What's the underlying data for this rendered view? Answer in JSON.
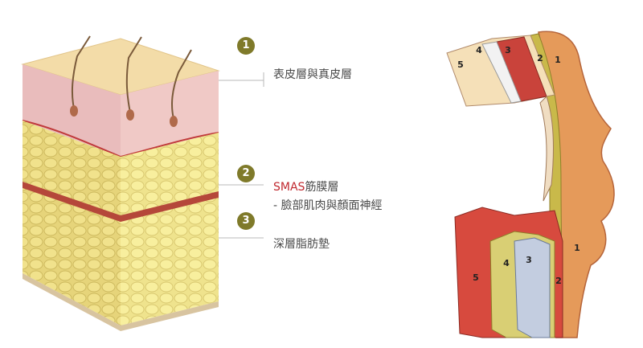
{
  "layers": [
    {
      "number": "1",
      "label": "表皮層與真皮層"
    },
    {
      "number": "2",
      "label_highlight": "SMAS",
      "label_rest": "筋膜層",
      "sublabel": "- 臉部肌肉與顏面神經"
    },
    {
      "number": "3",
      "label": "深層脂肪墊"
    }
  ],
  "profile_labels_top": [
    "5",
    "4",
    "3",
    "2",
    "1"
  ],
  "profile_labels_bottom": [
    "1",
    "2",
    "3",
    "4",
    "5"
  ],
  "colors": {
    "marker": "#7f7a2a",
    "smas_highlight": "#c0282e",
    "skin_top": "#f1d6a0",
    "dermis": "#e7b7b8",
    "fat": "#f3e79a",
    "muscle_band": "#b5473a",
    "face_skin": "#e59a5a"
  }
}
